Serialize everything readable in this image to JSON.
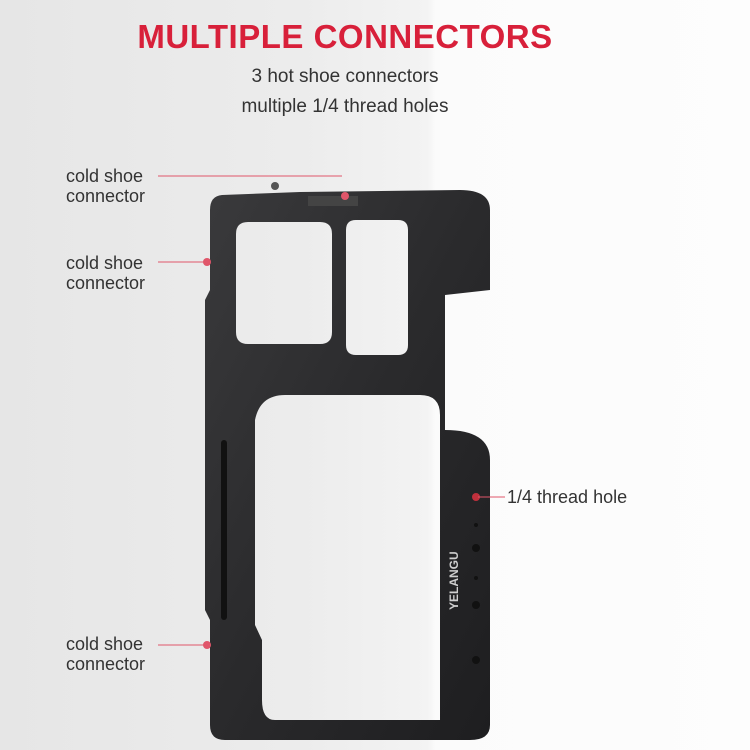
{
  "header": {
    "title": "MULTIPLE CONNECTORS",
    "subtitle_1": "3 hot shoe connectors",
    "subtitle_2": "multiple 1/4 thread holes"
  },
  "callouts": [
    {
      "line1": "cold shoe",
      "line2": "connector"
    },
    {
      "line1": "cold shoe",
      "line2": "connector"
    },
    {
      "line1": "cold shoe",
      "line2": "connector"
    },
    {
      "line1": "1/4 thread hole"
    }
  ],
  "product": {
    "brand": "YELANGU"
  },
  "colors": {
    "accent": "#d8203a",
    "cage": "#2b2b2d",
    "marker": "#e0566a"
  }
}
